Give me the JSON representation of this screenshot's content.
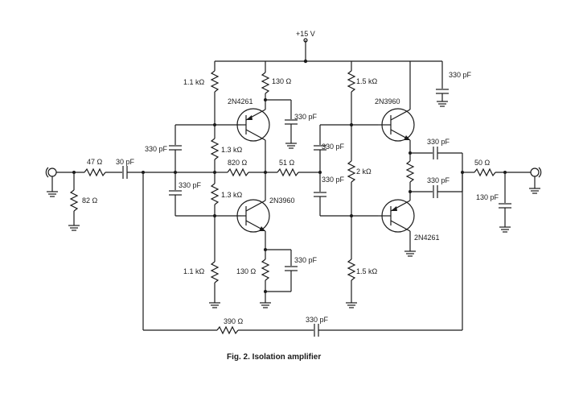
{
  "caption": "Fig. 2.  Isolation amplifier",
  "supply": "+15 V",
  "labels": {
    "r_in_series": "47 Ω",
    "r_in_shunt": "82 Ω",
    "c_in": "30 pF",
    "c_top_left": "330 pF",
    "c_bot_left": "330 pF",
    "r_top_bias": "1.1 kΩ",
    "r_bot_bias": "1.1 kΩ",
    "r_top_coll": "130 Ω",
    "r_bot_coll": "130 Ω",
    "r_mid_top": "1.3 kΩ",
    "r_mid_bot": "1.3 kΩ",
    "r_820": "820 Ω",
    "r_51": "51 Ω",
    "c_mid_top": "330 pF",
    "c_mid_bot": "330 pF",
    "c_byp_top": "330 pF",
    "c_byp_bot": "330 pF",
    "q_top_left": "2N4261",
    "q_bot_left": "2N3960",
    "q_top_right": "2N3960",
    "q_bot_right": "2N4261",
    "r_right_top": "1.5 kΩ",
    "r_right_bot": "1.5 kΩ",
    "r_2k": "2 kΩ",
    "c_supply": "330 pF",
    "c_out_top": "330 pF",
    "c_out_bot": "330 pF",
    "r_out": "50 Ω",
    "c_out_shunt": "130 pF",
    "r_fb": "390 Ω",
    "c_fb": "330 pF"
  }
}
